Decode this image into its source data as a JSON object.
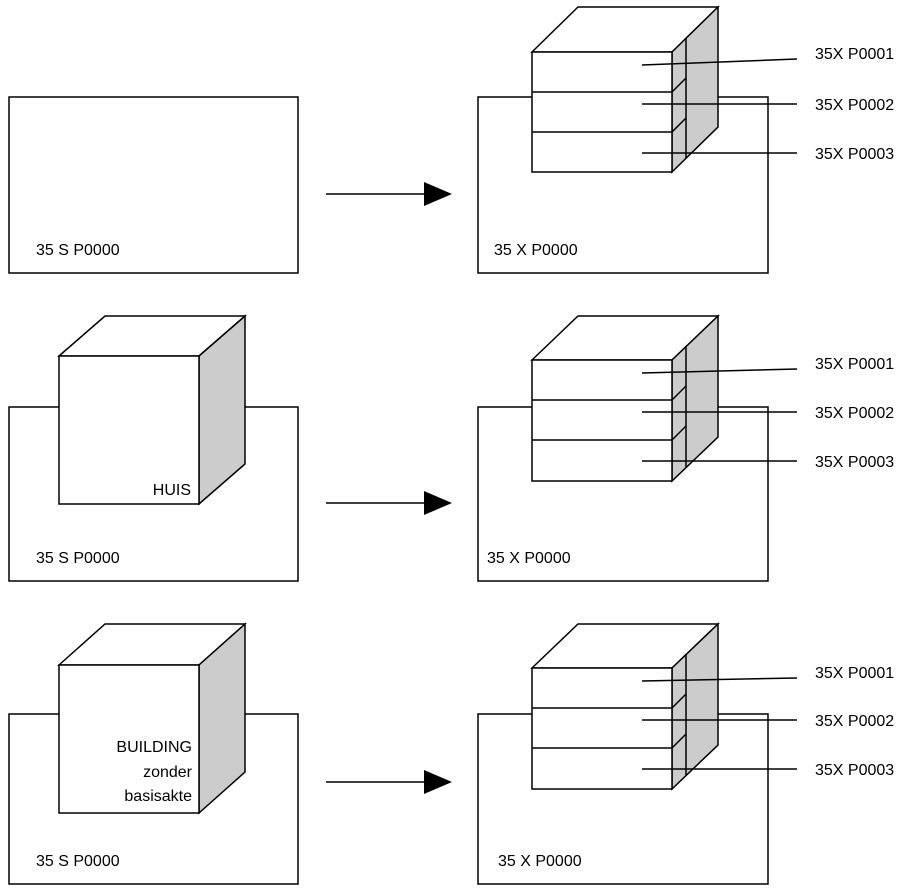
{
  "colors": {
    "stroke": "#000000",
    "background": "#ffffff",
    "cube_side": "#cccccc"
  },
  "rows": [
    {
      "before": {
        "parcel_label": "35 S P0000"
      },
      "after": {
        "parcel_label": "35 X P0000",
        "unit_labels": [
          "35X P0001",
          "35X P0002",
          "35X P0003"
        ]
      }
    },
    {
      "before": {
        "parcel_label": "35 S P0000",
        "building_lines": [
          "HUIS"
        ]
      },
      "after": {
        "parcel_label": "35 X P0000",
        "unit_labels": [
          "35X P0001",
          "35X P0002",
          "35X P0003"
        ]
      }
    },
    {
      "before": {
        "parcel_label": "35 S P0000",
        "building_lines": [
          "BUILDING",
          "zonder",
          "basisakte"
        ]
      },
      "after": {
        "parcel_label": "35 X P0000",
        "unit_labels": [
          "35X P0001",
          "35X P0002",
          "35X P0003"
        ]
      }
    }
  ]
}
